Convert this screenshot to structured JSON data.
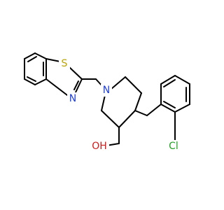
{
  "molecule": {
    "atom_labels": {
      "sulfur": "S",
      "nitrogen_thiazole": "N",
      "nitrogen_piperidine": "N",
      "hydroxyl": "OH",
      "chlorine": "Cl"
    },
    "colors": {
      "bond": "#000000",
      "sulfur": "#b8a300",
      "nitrogen": "#1f3fd6",
      "oxygen": "#d11a1a",
      "chlorine": "#25a325",
      "background": "#ffffff"
    }
  }
}
